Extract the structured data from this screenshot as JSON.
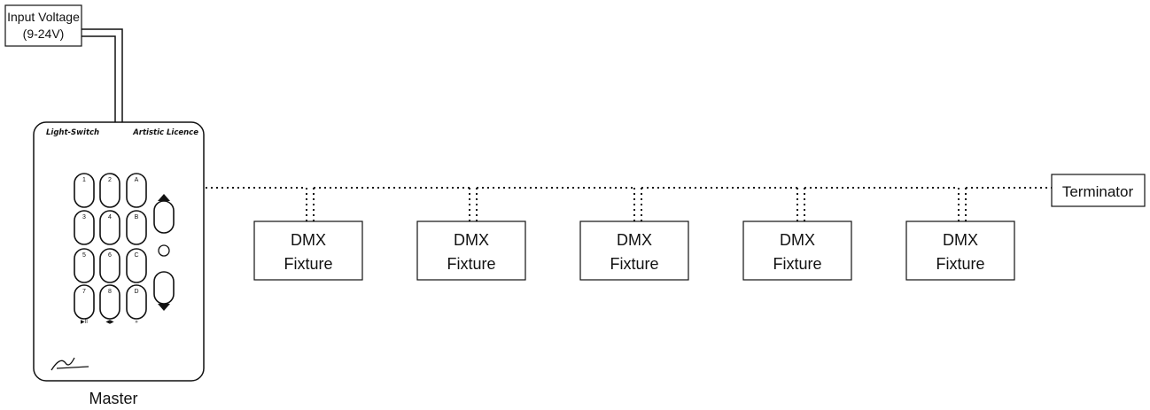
{
  "power": {
    "line1": "Input Voltage",
    "line2": "(9-24V)"
  },
  "master": {
    "brand_left": "Light-Switch",
    "brand_right": "Artistic Licence",
    "caption": "Master",
    "keys": [
      "1",
      "2",
      "A",
      "3",
      "4",
      "B",
      "5",
      "6",
      "C",
      "7",
      "8",
      "D"
    ],
    "transport": [
      "▶II",
      "◀▶",
      "»"
    ]
  },
  "fixtures": [
    {
      "line1": "DMX",
      "line2": "Fixture"
    },
    {
      "line1": "DMX",
      "line2": "Fixture"
    },
    {
      "line1": "DMX",
      "line2": "Fixture"
    },
    {
      "line1": "DMX",
      "line2": "Fixture"
    },
    {
      "line1": "DMX",
      "line2": "Fixture"
    }
  ],
  "terminator": "Terminator"
}
